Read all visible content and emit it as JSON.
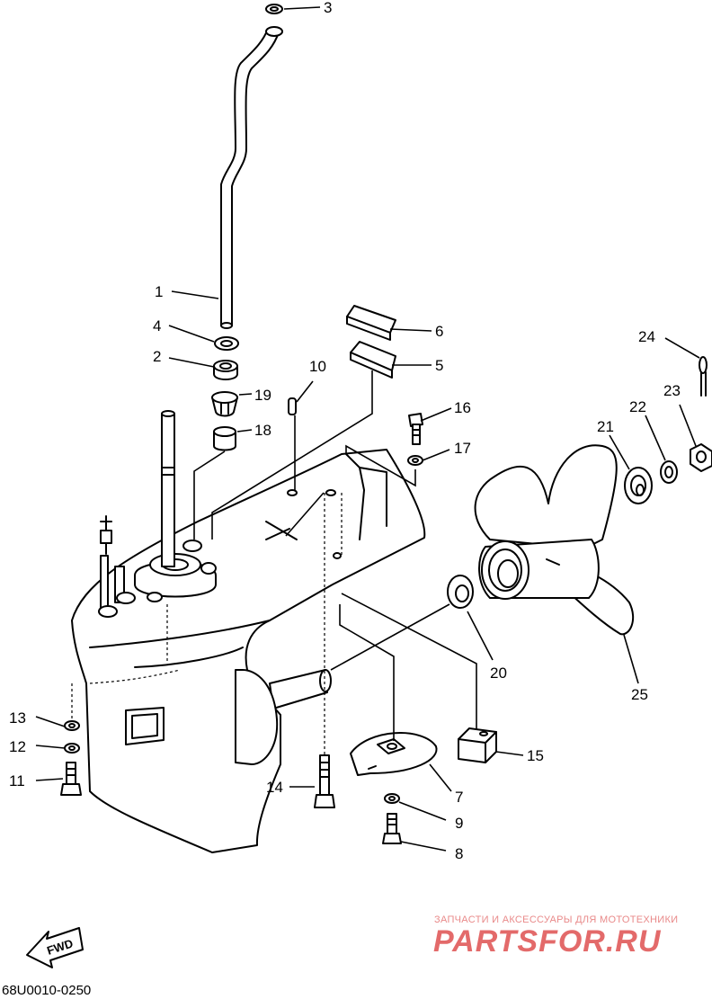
{
  "diagram_code": "68U0010-0250",
  "fwd_label": "FWD",
  "watermark": {
    "tagline": "ЗАПЧАСТИ И АКСЕССУАРЫ ДЛЯ МОТОТЕХНИКИ",
    "brand": "PARTSFOR.RU"
  },
  "callouts": {
    "c1": "1",
    "c2": "2",
    "c3": "3",
    "c4": "4",
    "c5": "5",
    "c6": "6",
    "c7": "7",
    "c8": "8",
    "c9": "9",
    "c10": "10",
    "c11": "11",
    "c12": "12",
    "c13": "13",
    "c14": "14",
    "c15": "15",
    "c16": "16",
    "c17": "17",
    "c18": "18",
    "c19": "19",
    "c20": "20",
    "c21": "21",
    "c22": "22",
    "c23": "23",
    "c24": "24",
    "c25": "25"
  }
}
